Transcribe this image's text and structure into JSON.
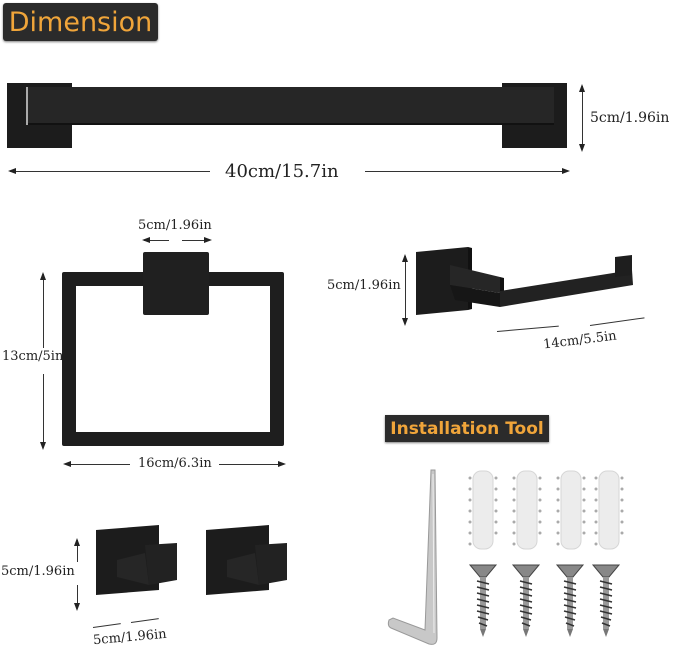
{
  "headers": {
    "dimension": "Dimension",
    "installation_tool": "Installation Tool"
  },
  "colors": {
    "badge_bg": "#2b2b2b",
    "badge_text": "#f0a53a",
    "product": "#1e1e1e"
  },
  "towel_bar": {
    "width_label": "40cm/15.7in",
    "height_label": "5cm/1.96in"
  },
  "towel_ring": {
    "base_width_label": "5cm/1.96in",
    "height_label": "13cm/5in",
    "width_label": "16cm/6.3in"
  },
  "paper_holder": {
    "height_label": "5cm/1.96in",
    "length_label": "14cm/5.5in"
  },
  "robe_hooks": {
    "height_label": "5cm/1.96in",
    "width_label": "5cm/1.96in",
    "count": 2
  },
  "tools": {
    "allen_key": "allen-wrench",
    "anchors_count": 4,
    "screws_count": 4
  }
}
